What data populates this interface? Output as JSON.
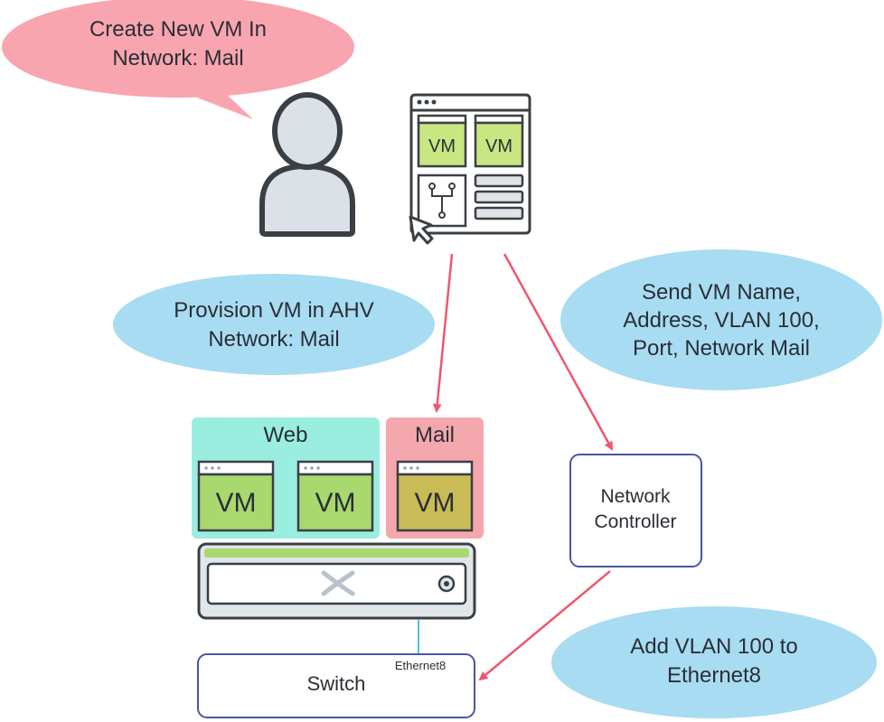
{
  "bubbles": {
    "create": {
      "line1": "Create New VM In",
      "line2": "Network: Mail"
    },
    "provision": {
      "line1": "Provision VM in AHV",
      "line2": "Network: Mail"
    },
    "send": {
      "line1": "Send VM Name,",
      "line2": "Address, VLAN 100,",
      "line3": "Port, Network Mail"
    },
    "add": {
      "line1": "Add VLAN 100 to",
      "line2": "Ethernet8"
    }
  },
  "console": {
    "vm1": "VM",
    "vm2": "VM"
  },
  "groups": {
    "web": {
      "label": "Web",
      "vm1": "VM",
      "vm2": "VM"
    },
    "mail": {
      "label": "Mail",
      "vm1": "VM"
    }
  },
  "controller": {
    "line1": "Network",
    "line2": "Controller"
  },
  "switch": {
    "label": "Switch",
    "port": "Ethernet8"
  },
  "colors": {
    "pink_bubble": "#f9a5b0",
    "blue_bubble": "#a8dcf2",
    "web_group": "#9aeee0",
    "mail_group": "#f5a7ae",
    "vm_green": "#a9d86e",
    "vm_olive": "#c9bc57",
    "arrow": "#f0566f",
    "box_border": "#4a55a8",
    "outline": "#3a3f45"
  },
  "icons": {
    "user": "user-icon",
    "cursor": "cursor-arrow-icon",
    "network": "network-tree-icon",
    "logo": "nutanix-x-icon"
  }
}
